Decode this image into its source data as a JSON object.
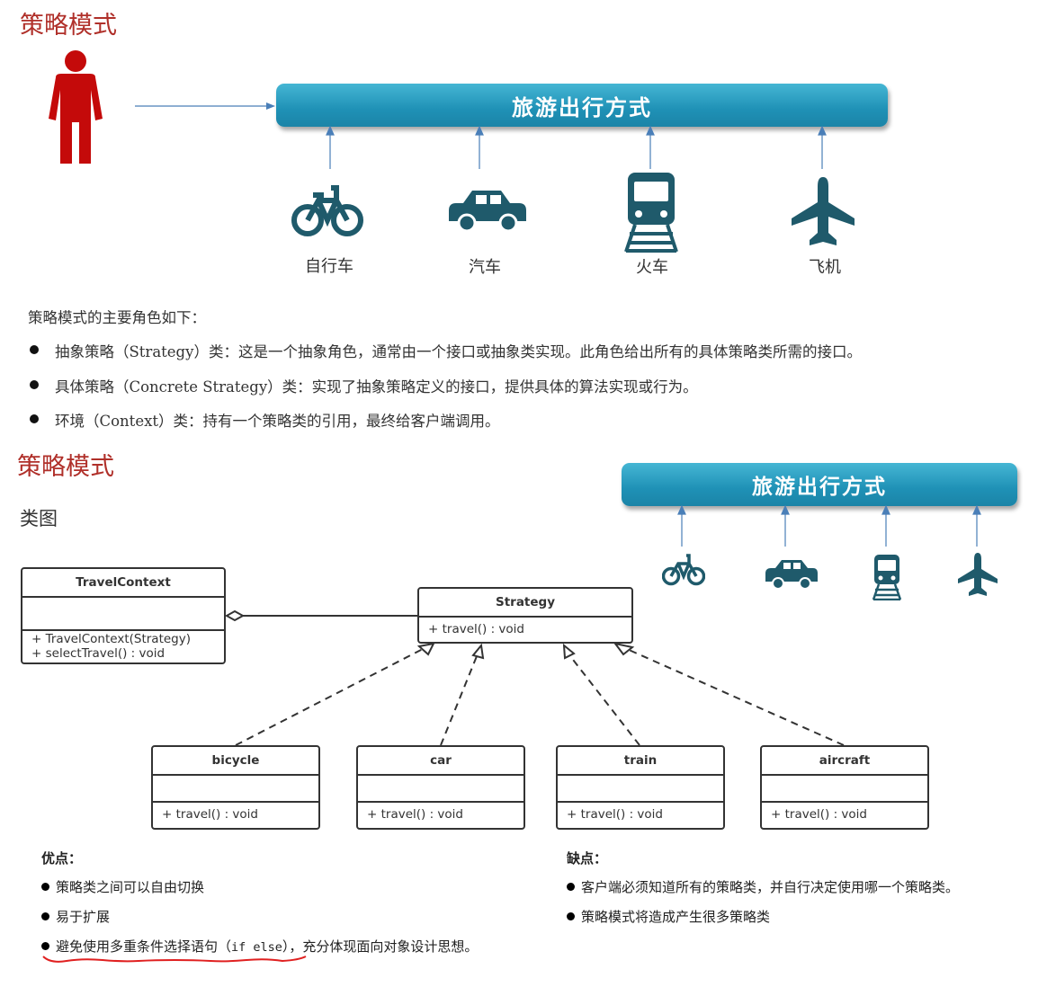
{
  "section1": {
    "title": "策略模式",
    "banner_label": "旅游出行方式",
    "vehicles": [
      {
        "label": "自行车",
        "icon": "bicycle-icon"
      },
      {
        "label": "汽车",
        "icon": "car-icon"
      },
      {
        "label": "火车",
        "icon": "train-icon"
      },
      {
        "label": "飞机",
        "icon": "airplane-icon"
      }
    ]
  },
  "roles": {
    "intro": "策略模式的主要角色如下：",
    "items": [
      "抽象策略（Strategy）类：这是一个抽象角色，通常由一个接口或抽象类实现。此角色给出所有的具体策略类所需的接口。",
      "具体策略（Concrete Strategy）类：实现了抽象策略定义的接口，提供具体的算法实现或行为。",
      "环境（Context）类：持有一个策略类的引用，最终给客户端调用。"
    ]
  },
  "section2": {
    "title": "策略模式",
    "subtitle": "类图",
    "banner_label": "旅游出行方式"
  },
  "uml": {
    "context": {
      "name": "TravelContext",
      "ops": [
        "+ TravelContext(Strategy)",
        "+ selectTravel() : void"
      ]
    },
    "strategy": {
      "name": "Strategy",
      "ops": [
        "+ travel() : void"
      ]
    },
    "concrete": [
      {
        "name": "bicycle",
        "op": "+ travel() : void"
      },
      {
        "name": "car",
        "op": "+ travel() : void"
      },
      {
        "name": "train",
        "op": "+ travel() : void"
      },
      {
        "name": "aircraft",
        "op": "+ travel() : void"
      }
    ]
  },
  "pros": {
    "heading": "优点：",
    "items": [
      "策略类之间可以自由切换",
      "易于扩展"
    ],
    "item3_before": "避免使用多重条件选择语句（",
    "item3_code": "if else",
    "item3_after": "），充分体现面向对象设计思想。"
  },
  "cons": {
    "heading": "缺点：",
    "items": [
      "客户端必须知道所有的策略类，并自行决定使用哪一个策略类。",
      "策略模式将造成产生很多策略类"
    ]
  },
  "colors": {
    "accent_red": "#b0302a",
    "banner": "#1f91b6",
    "icon": "#1f5a6b",
    "person": "#c40a0a",
    "arrow": "#4a7fb8"
  }
}
